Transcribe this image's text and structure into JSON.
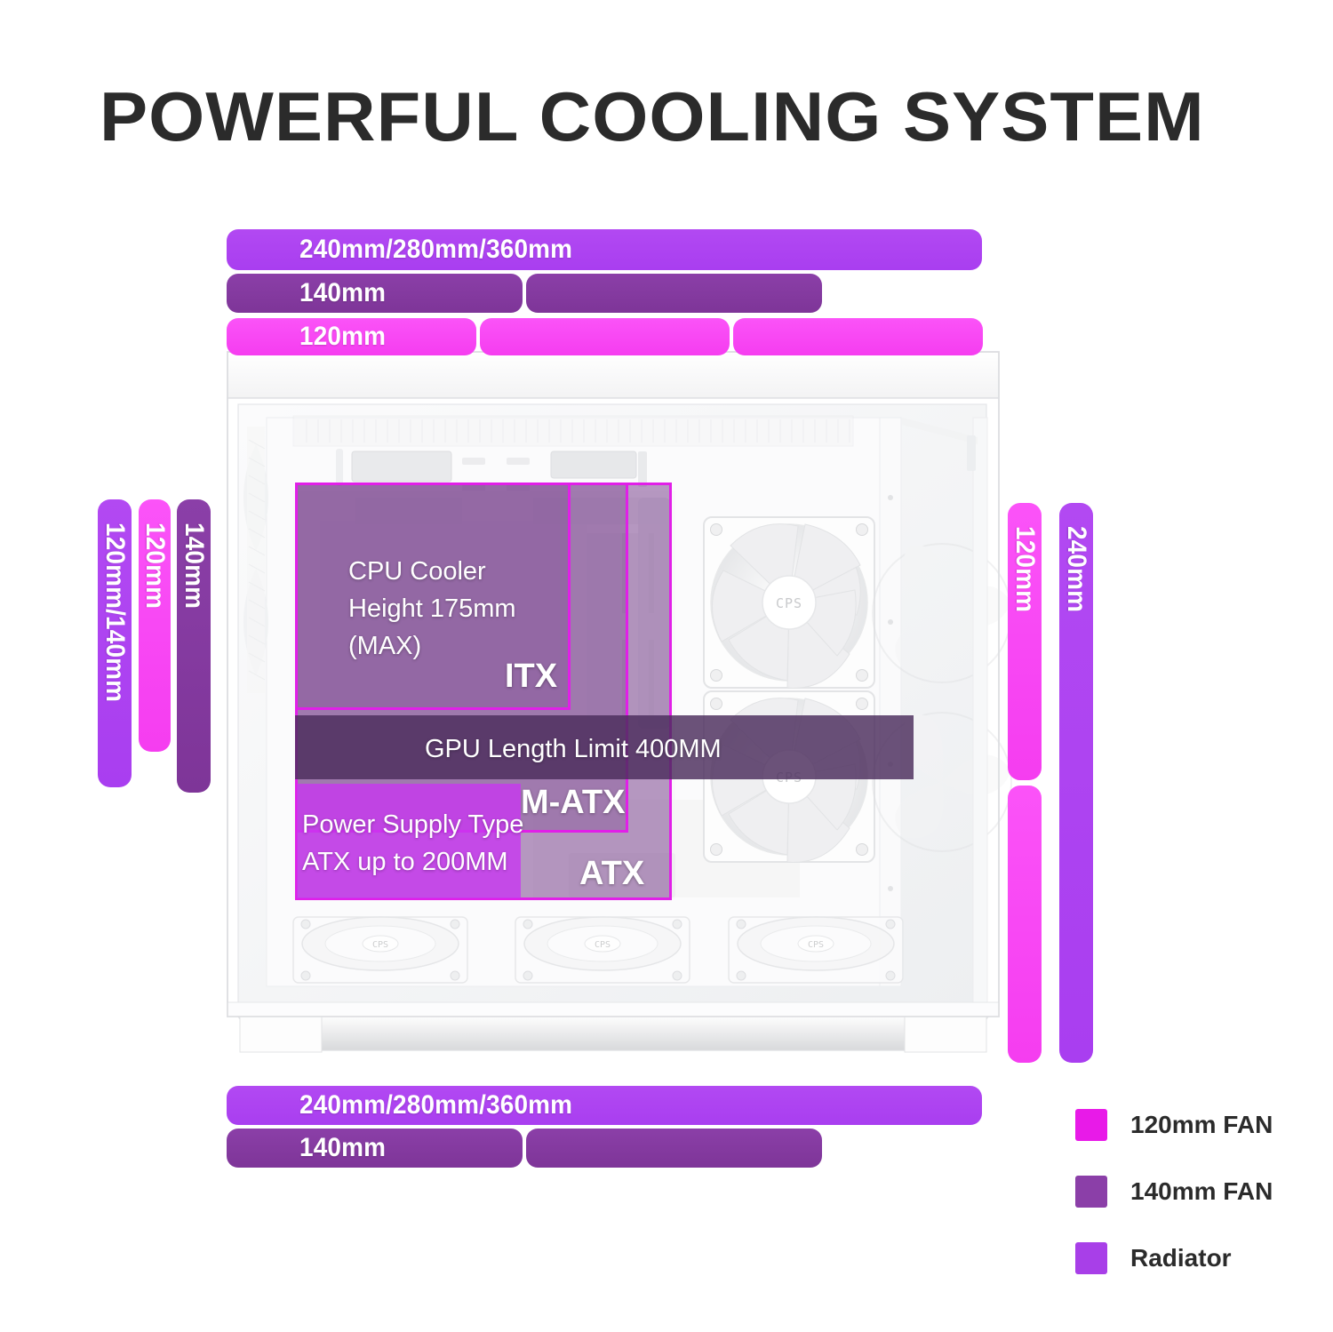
{
  "title": "POWERFUL COOLING SYSTEM",
  "top_bars": [
    {
      "id": "top-radiator",
      "label": "240mm/280mm/360mm",
      "type": "radiator",
      "segments": 1
    },
    {
      "id": "top-140",
      "label": "140mm",
      "type": "fan140",
      "segments": 2
    },
    {
      "id": "top-120",
      "label": "120mm",
      "type": "fan120",
      "segments": 3
    }
  ],
  "left_bars": [
    {
      "id": "left-radiator",
      "label": "120mm/140mm",
      "type": "radiator"
    },
    {
      "id": "left-120",
      "label": "120mm",
      "type": "fan120"
    },
    {
      "id": "left-140",
      "label": "140mm",
      "type": "fan140"
    }
  ],
  "right_bars": [
    {
      "id": "right-120",
      "label": "120mm",
      "type": "fan120",
      "segments": 2
    },
    {
      "id": "right-radiator",
      "label": "240mm",
      "type": "radiator",
      "segments": 1
    }
  ],
  "bottom_bars": [
    {
      "id": "bottom-radiator",
      "label": "240mm/280mm/360mm",
      "type": "radiator",
      "segments": 1
    },
    {
      "id": "bottom-140",
      "label": "140mm",
      "type": "fan140",
      "segments": 2
    }
  ],
  "overlays": {
    "cpu_cooler": "CPU Cooler\nHeight 175mm\n(MAX)",
    "gpu_limit": "GPU Length Limit 400MM",
    "power_supply": "Power Supply Type\nATX up to 200MM",
    "tag_itx": "ITX",
    "tag_matx": "M-ATX",
    "tag_atx": "ATX"
  },
  "fan_hub_logo": "CPS",
  "legend": [
    {
      "label": "120mm FAN",
      "color": "#e81ae8"
    },
    {
      "label": "140mm FAN",
      "color": "#8b3fa8"
    },
    {
      "label": "Radiator",
      "color": "#a83fe8"
    }
  ],
  "colors": {
    "radiator": "#a93ef0",
    "fan140": "#8b3fa8",
    "fan120": "#f53df0",
    "text_dark": "#2b2b2b",
    "overlay_border": "#e11fe8"
  }
}
